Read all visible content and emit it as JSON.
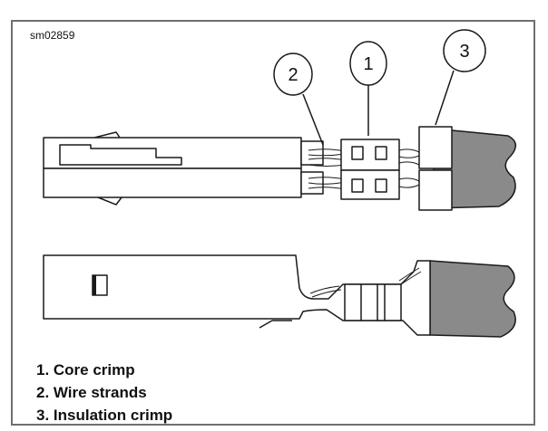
{
  "figure_id": "sm02859",
  "callouts": [
    "1",
    "2",
    "3"
  ],
  "legend": [
    "1. Core crimp",
    "2. Wire strands",
    "3. Insulation crimp"
  ],
  "colors": {
    "outline": "#1a1a1a",
    "insulation": "#8a8a8a",
    "frame": "#6f6f6f"
  }
}
